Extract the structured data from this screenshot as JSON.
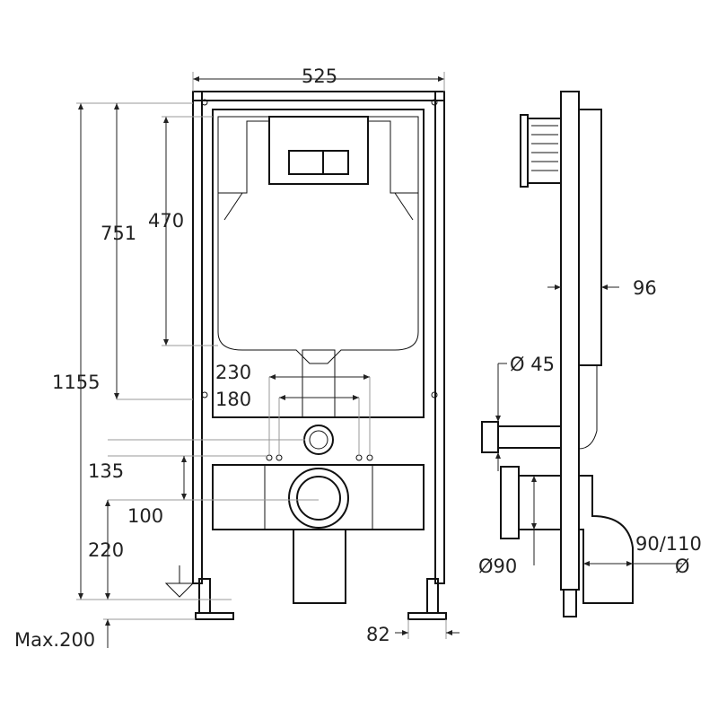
{
  "title": "Concealed cistern frame dimension drawing",
  "colors": {
    "line": "#111111",
    "background": "#ffffff",
    "extension": "#999999"
  },
  "dimensions": {
    "frame_width": "525",
    "plate_height": "751",
    "tank_height": "470",
    "total_height": "1155",
    "bolt_spacing_outer": "230",
    "bolt_spacing_inner": "180",
    "upper_offset": "135",
    "pipe_offset": "100",
    "pipe_height": "220",
    "max_adjust": "Max.200",
    "foot_width": "82",
    "depth": "96",
    "flush_pipe_diameter": "Ø 45",
    "drain_diameter": "Ø90",
    "outlet_diameter": "90/110",
    "outlet_diameter_symbol": "Ø"
  }
}
